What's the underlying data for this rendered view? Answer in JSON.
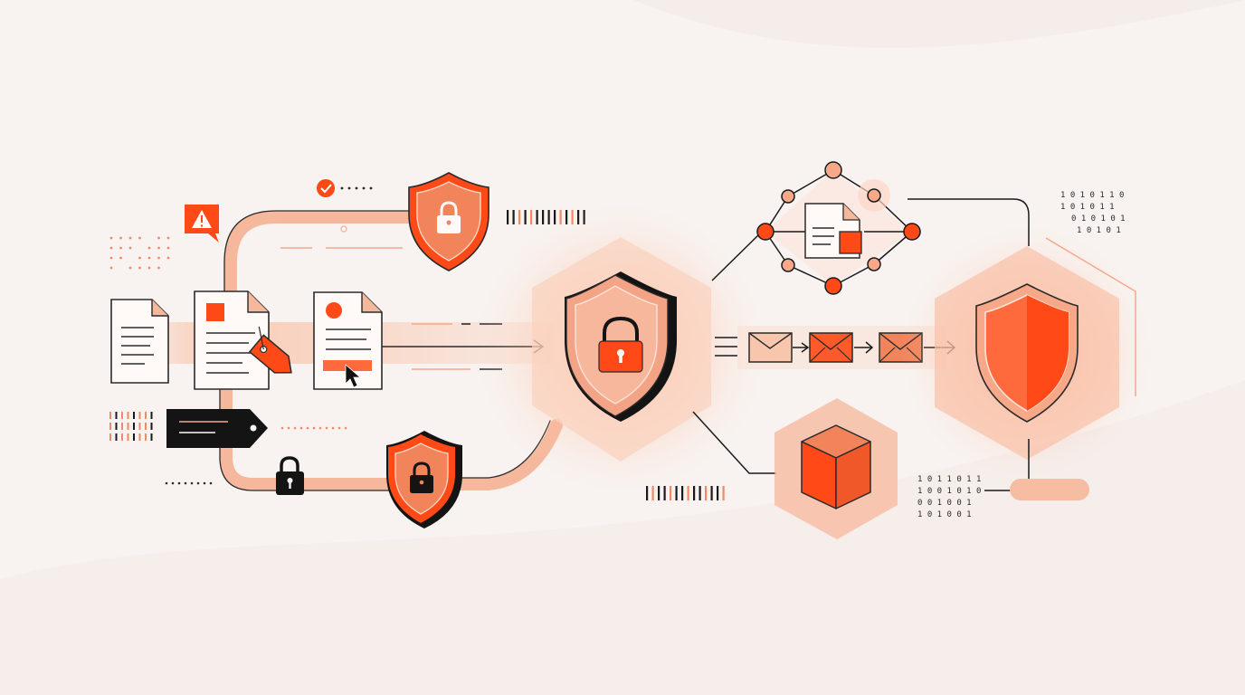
{
  "colors": {
    "background": "#f8f3f0",
    "accent": "#ff4a17",
    "accent_soft": "#f6a888",
    "accent_pale": "#fbd5c4",
    "ink": "#111111",
    "paper": "#fffaf7"
  },
  "binary_blocks": {
    "top_right": [
      "1 0 1 0 1 1 0",
      "1 0 1 0 1 1",
      "0 1 0 1 0 1",
      "1 0 1 0 1"
    ],
    "bottom_right": [
      "1 0 1 1 0 1 1",
      "1 0 0 1 0 1 0",
      "0 0 1 0 0 1",
      "1 0 1 0 0 1"
    ]
  },
  "icons": {
    "warning": "warning-icon",
    "check": "check-circle-icon",
    "lock": "padlock-icon",
    "shield": "shield-icon",
    "document": "document-icon",
    "tag": "price-tag-icon",
    "envelope": "envelope-icon",
    "cube": "cube-icon",
    "cursor": "cursor-arrow-icon"
  }
}
